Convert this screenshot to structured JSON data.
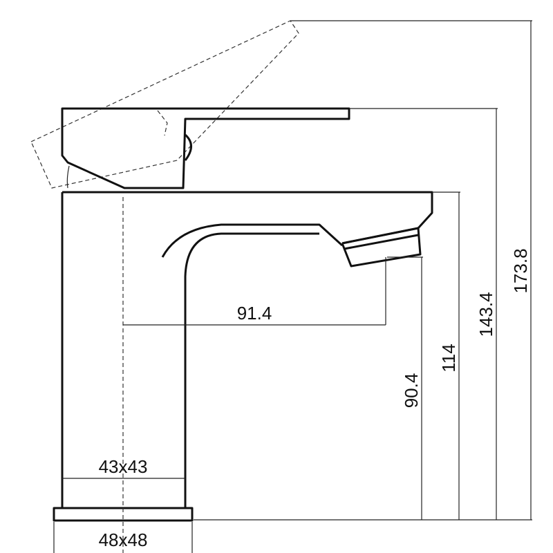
{
  "diagram": {
    "dimensions": {
      "total_height": "173.8",
      "body_height": "143.4",
      "spout_height": "114",
      "outlet_height": "90.4",
      "reach": "91.4",
      "body_section": "43x43",
      "base_section": "48x48"
    }
  }
}
